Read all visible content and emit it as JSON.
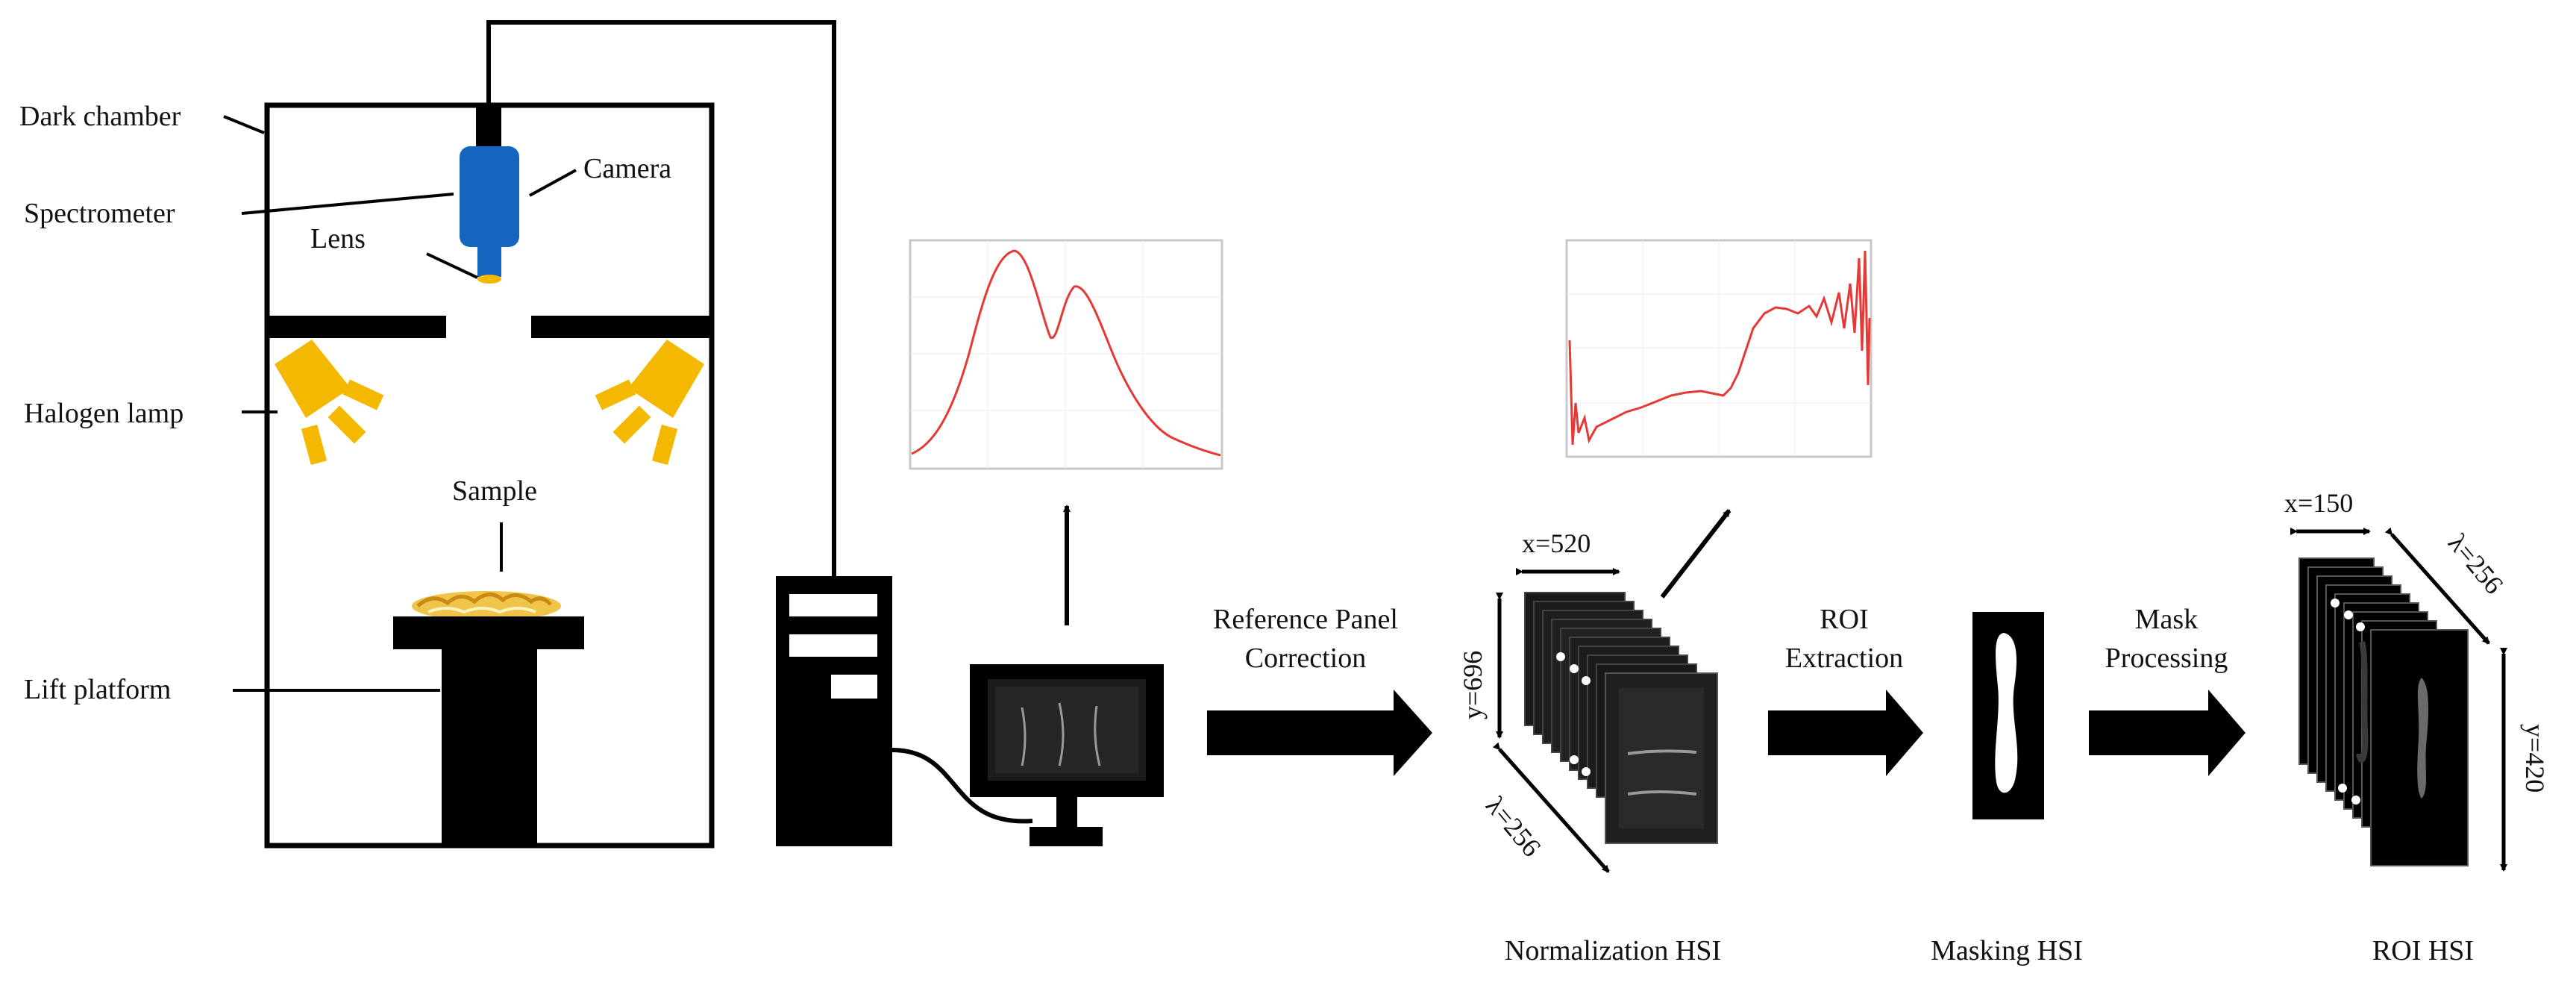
{
  "labels": {
    "dark_chamber": "Dark chamber",
    "camera": "Camera",
    "spectrometer": "Spectrometer",
    "lens": "Lens",
    "halogen_lamp": "Halogen lamp",
    "sample": "Sample",
    "lift_platform": "Lift platform"
  },
  "steps": {
    "reference_line1": "Reference Panel",
    "reference_line2": "Correction",
    "roi_line1": "ROI",
    "roi_line2": "Extraction",
    "mask_line1": "Mask",
    "mask_line2": "Processing"
  },
  "captions": {
    "normalization": "Normalization HSI",
    "masking": "Masking HSI",
    "roi": "ROI HSI"
  },
  "dimensions": {
    "norm_x": "x=520",
    "norm_y": "y=696",
    "norm_lambda": "λ=256",
    "roi_x": "x=150",
    "roi_lambda": "λ=256",
    "roi_y": "y=420"
  },
  "colors": {
    "camera": "#1565c0",
    "lamp": "#f5b800",
    "spectrum": "#e53935",
    "ink": "#000000"
  },
  "icons": [
    "computer-tower-icon",
    "monitor-icon"
  ]
}
